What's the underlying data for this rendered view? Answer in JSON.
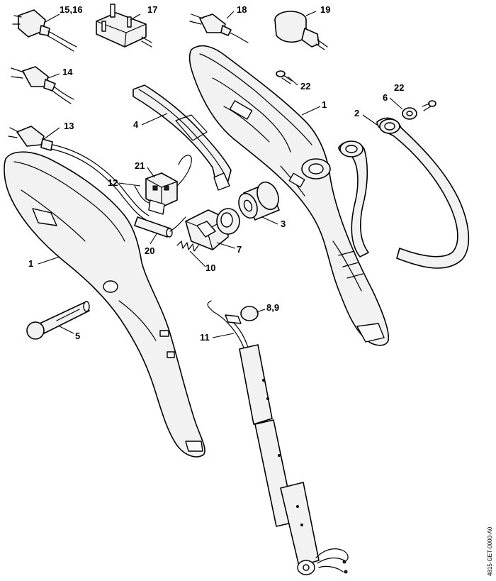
{
  "diagram": {
    "reference_code": "4815-GET-0000-A0",
    "callouts": [
      {
        "id": "c15_16",
        "text": "15,16"
      },
      {
        "id": "c17",
        "text": "17"
      },
      {
        "id": "c18",
        "text": "18"
      },
      {
        "id": "c19",
        "text": "19"
      },
      {
        "id": "c14",
        "text": "14"
      },
      {
        "id": "c22a",
        "text": "22"
      },
      {
        "id": "c22b",
        "text": "22"
      },
      {
        "id": "c1a",
        "text": "1"
      },
      {
        "id": "c1b",
        "text": "1"
      },
      {
        "id": "c4",
        "text": "4"
      },
      {
        "id": "c6",
        "text": "6"
      },
      {
        "id": "c2",
        "text": "2"
      },
      {
        "id": "c13",
        "text": "13"
      },
      {
        "id": "c21",
        "text": "21"
      },
      {
        "id": "c12",
        "text": "12"
      },
      {
        "id": "c3",
        "text": "3"
      },
      {
        "id": "c7",
        "text": "7"
      },
      {
        "id": "c20",
        "text": "20"
      },
      {
        "id": "c10",
        "text": "10"
      },
      {
        "id": "c8_9",
        "text": "8,9"
      },
      {
        "id": "c5",
        "text": "5"
      },
      {
        "id": "c11",
        "text": "11"
      }
    ]
  }
}
